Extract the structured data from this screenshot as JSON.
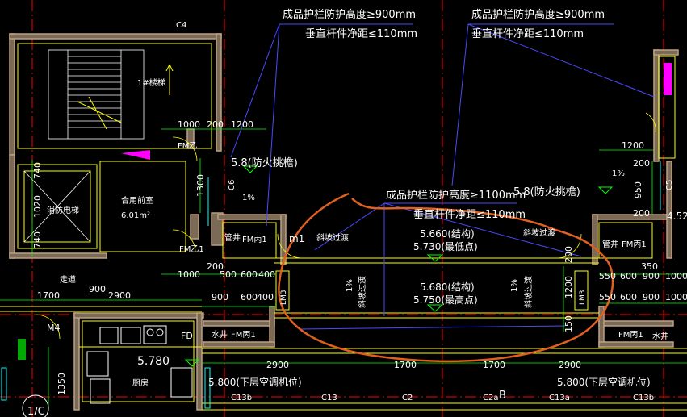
{
  "colors": {
    "background": "#000000",
    "wall": "#c0a080",
    "wall_fill": "#7a6a58",
    "outline": "#ffff00",
    "dimension": "#00ff00",
    "axis": "#ff0000",
    "leader": "#4a4aff",
    "markup": "#e06020",
    "magenta": "#ff00ff",
    "cyan": "#00ffff",
    "text": "#ffffff"
  },
  "notes": {
    "top_left_line1": "成品护栏防护高度≥900mm",
    "top_left_line2": "垂直杆件净距≤110mm",
    "top_right_line1": "成品护栏防护高度≥900mm",
    "top_right_line2": "垂直杆件净距≤110mm",
    "center_line1": "成品护栏防护高度≥1100mm",
    "center_line2": "垂直杆件净距≤110mm"
  },
  "labels": {
    "c4": "C4",
    "stair": "1#楼梯",
    "elevator": "消防电梯",
    "refuge_room": "合用前室",
    "refuge_area": "6.01m²",
    "fm_top": "FM乙",
    "fm_mid": "FM乙1",
    "pipe_well_1": "管井",
    "fm_c1_a": "FM丙1",
    "pipe_well_2": "管井",
    "fm_c1_b": "FM丙1",
    "water_well_1": "水井",
    "fm_c1_c": "FM丙1",
    "fm_c1_d": "FM丙1",
    "water_well_2": "水井",
    "walkway": "走道",
    "m4": "M4",
    "kitchen": "厨房",
    "fd": "FD",
    "c6": "C6",
    "c5": "C5",
    "m1": "m1",
    "ramp_left": "斜坡过渡",
    "ramp_right": "斜坡过渡",
    "slope_up_left": "1%",
    "slope_up_right": "1%",
    "slope_mid_left": "1%",
    "slope_mid_right": "1%",
    "ramp_v_left": "斜坡过渡",
    "ramp_v_right": "斜坡过渡",
    "lm_left": "LM3",
    "lm_right": "LM3",
    "fire_eave_left": "5.8(防火挑檐)",
    "fire_eave_center": "5.8(防火挑檐)",
    "fire_eave_right": "4.52",
    "elev_struct_top": "5.660(结构)",
    "elev_low_top": "5.730(最低点)",
    "elev_struct_mid": "5.680(结构)",
    "elev_high_mid": "5.750(最高点)",
    "kitchen_elev": "5.780",
    "ac_left": "5.800(下层空调机位)",
    "ac_right": "5.800(下层空调机位)",
    "bottom_c13b": "C13b",
    "bottom_c13": "C13",
    "bottom_c2": "C2",
    "bottom_c2a": "C2a",
    "bottom_c13a": "C13a",
    "bottom_c13b2": "C13b",
    "axis_bubble": "1/C",
    "bottom_b": "B"
  },
  "dimensions": {
    "d1000_top": "1000",
    "d200_top": "200",
    "d1200_top": "1200",
    "d1300": "1300",
    "d740_a": "740",
    "d1020": "1020",
    "d740_b": "740",
    "d200_mid": "200",
    "d1000_mid": "1000",
    "d500": "500",
    "d600_a": "600",
    "d400_a": "400",
    "d2900_left": "2900",
    "d1700_left": "1700",
    "d900_left": "900",
    "d600_b": "600",
    "d400_b": "400",
    "d1200_right_top": "1200",
    "d200_r1": "200",
    "d950": "950",
    "d200_r2": "200",
    "d350": "350",
    "d550_a": "550",
    "d600_r": "600",
    "d900_r": "900",
    "d1000_r": "1000",
    "d550_b": "550",
    "d600_r2": "600",
    "d900_r2": "900",
    "d1000_r2": "1000",
    "d1200_v": "1200",
    "d150": "150",
    "d200_v": "200",
    "d2900_bl": "2900",
    "d1700_bm": "1700",
    "d1700_bm2": "1700",
    "d2900_br": "2900",
    "d1350": "1350",
    "d900_left2": "900"
  }
}
